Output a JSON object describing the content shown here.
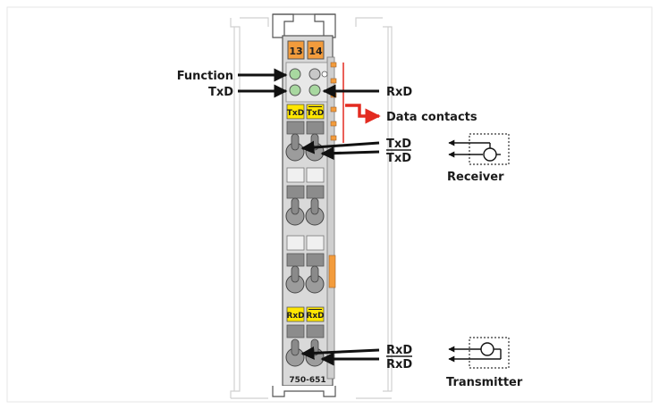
{
  "module": {
    "part_number": "750-651",
    "led_top_labels": [
      "13",
      "14"
    ],
    "tag_txd": "TxD",
    "tag_txd_bar": "TxD",
    "tag_rxd": "RxD",
    "tag_rxd_bar": "RxD"
  },
  "labels": {
    "function": "Function",
    "txd_led": "TxD",
    "rxd_led": "RxD",
    "data_contacts": "Data contacts",
    "txd_terminal": "TxD",
    "txd_bar_terminal": "TxD",
    "rxd_terminal": "RxD",
    "rxd_bar_terminal": "RxD",
    "receiver": "Receiver",
    "transmitter": "Transmitter"
  },
  "colors": {
    "module_gray": "#d9d9d9",
    "outline": "#555555",
    "orange": "#f39c3c",
    "yellow": "#ffe600",
    "led_green": "#a8d8a0",
    "arrow_red": "#e32b20",
    "arrow_black": "#111111"
  }
}
